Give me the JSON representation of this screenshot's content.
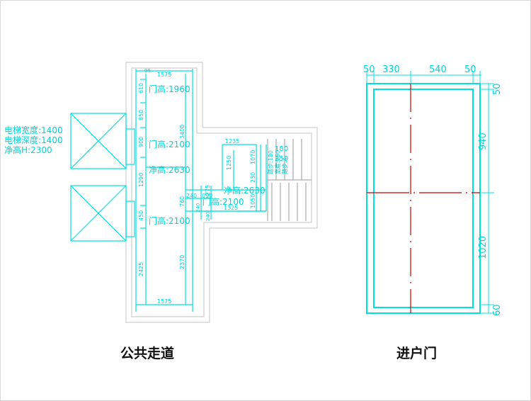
{
  "colors": {
    "cad_line": "#00e0e0",
    "wall": "#cfcfcf",
    "stair_line": "#9a9a9a",
    "axis": "#cc0000",
    "text": "#00d5d5"
  },
  "corridor_plan": {
    "caption": "公共走道",
    "elevator_specs": [
      "电梯宽度:1400",
      "电梯深度:1400",
      "净高H:2300"
    ],
    "labels": {
      "door_top": "门高:1960",
      "door_mid": "门高:2100",
      "net_height": "净高:2630",
      "door_bottom": "门高:2100",
      "net_height_right": "净高:2630",
      "door_right": "门高:2100"
    },
    "dims": {
      "top_width": "1575",
      "bottom_width": "1575",
      "top_small": "95",
      "v_610": "610",
      "v_850": "850",
      "v_900": "900",
      "v_1290": "1290",
      "v_450": "450",
      "v_2425": "2425",
      "v_3400": "3400",
      "v_760": "760",
      "v_2370": "2370",
      "h_1235": "1235",
      "v_1250": "1250",
      "v_1070": "1070",
      "v_230": "230",
      "v_1050": "1050",
      "h_1325": "1325",
      "v_275": "275",
      "small_240": "240",
      "small_090": "090",
      "small_240b": "240",
      "small_240c": "240",
      "stair_180": "180",
      "stair_250": "250",
      "stair_a": "踏步:180",
      "stair_b": "宽度:250",
      "stair_c": "踏步:4"
    }
  },
  "door_elevation": {
    "caption": "进户门",
    "top_dims": [
      "50",
      "330",
      "540",
      "50"
    ],
    "right_dims": [
      "50",
      "940",
      "1020",
      "60"
    ]
  }
}
